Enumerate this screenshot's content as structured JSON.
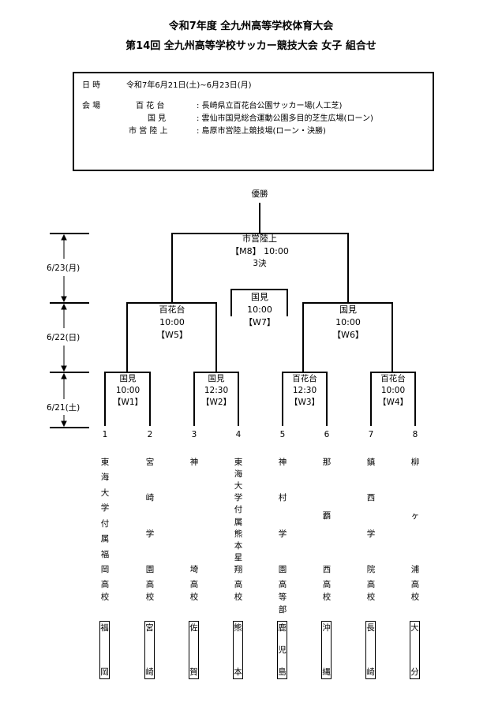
{
  "header": {
    "title1": "令和7年度 全九州高等学校体育大会",
    "title2": "第14回 全九州高等学校サッカー競技大会 女子 組合せ"
  },
  "info": {
    "date_label": "日 時",
    "date_value": "令和7年6月21日(土)~6月23日(月)",
    "venue_label": "会 場",
    "venues": [
      {
        "name": "百 花 台",
        "detail": ": 長崎県立百花台公園サッカー場(人工芝)"
      },
      {
        "name": "国 見",
        "detail": ": 雲仙市国見総合運動公園多目的芝生広場(ローン)"
      },
      {
        "name": "市 営 陸 上",
        "detail": ": 島原市営陸上競技場(ローン・決勝)"
      }
    ]
  },
  "bracket": {
    "champion": "優勝",
    "days": [
      "6/23(月)",
      "6/22(日)",
      "6/21(土)"
    ],
    "final": {
      "venue": "市営陸上",
      "match": "【M8】 10:00",
      "note": "3決"
    },
    "third": {
      "venue": "国見",
      "time": "10:00",
      "match": "【W7】"
    },
    "semis": [
      {
        "venue": "百花台",
        "time": "10:00",
        "match": "【W5】"
      },
      {
        "venue": "国見",
        "time": "10:00",
        "match": "【W6】"
      }
    ],
    "qf": [
      {
        "venue": "国見",
        "time": "10:00",
        "match": "【W1】"
      },
      {
        "venue": "国見",
        "time": "12:30",
        "match": "【W2】"
      },
      {
        "venue": "百花台",
        "time": "12:30",
        "match": "【W3】"
      },
      {
        "venue": "百花台",
        "time": "10:00",
        "match": "【W4】"
      }
    ],
    "teams": [
      {
        "num": "1",
        "name": "東海大学付属福岡",
        "school": "高校",
        "pref": "福岡"
      },
      {
        "num": "2",
        "name": "宮崎学園",
        "school": "高校",
        "pref": "宮崎"
      },
      {
        "num": "3",
        "name": "神埼",
        "school": "高校",
        "pref": "佐賀"
      },
      {
        "num": "4",
        "name": "東海大学付属熊本星翔",
        "school": "高校",
        "pref": "熊本"
      },
      {
        "num": "5",
        "name": "神村学園",
        "school": "高等部",
        "pref": "鹿児島"
      },
      {
        "num": "6",
        "name": "那覇西",
        "school": "高校",
        "pref": "沖縄"
      },
      {
        "num": "7",
        "name": "鎮西学院",
        "school": "高校",
        "pref": "長崎"
      },
      {
        "num": "8",
        "name": "柳ヶ浦",
        "school": "高校",
        "pref": "大分"
      }
    ]
  }
}
